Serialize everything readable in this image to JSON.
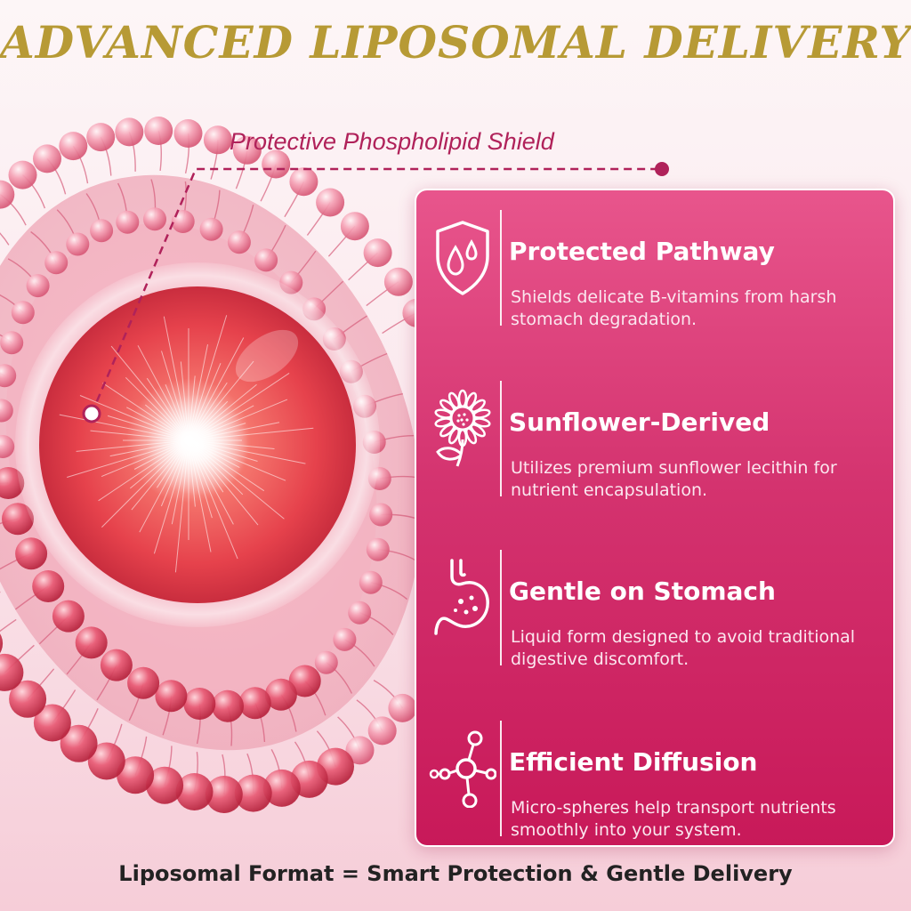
{
  "title": "ADVANCED LIPOSOMAL DELIVERY",
  "callout": "Protective Phospholipid Shield",
  "colors": {
    "title_gold": "#b79a35",
    "callout_magenta": "#b0225a",
    "panel_pink_top": "#e8558c",
    "panel_pink_bottom": "#c81959",
    "footer_text": "#222222"
  },
  "features": [
    {
      "icon": "shield-droplets-icon",
      "title": "Protected Pathway",
      "description": "Shields delicate B-vitamins from harsh stomach degradation."
    },
    {
      "icon": "sunflower-icon",
      "title": "Sunflower-Derived",
      "description": "Utilizes premium sunflower lecithin for nutrient encapsulation."
    },
    {
      "icon": "stomach-icon",
      "title": "Gentle on Stomach",
      "description": "Liquid form designed to avoid traditional digestive discomfort."
    },
    {
      "icon": "molecule-icon",
      "title": "Efficient Diffusion",
      "description": "Micro-spheres help transport nutrients smoothly into your system."
    }
  ],
  "footer": "Liposomal Format = Smart Protection & Gentle Delivery"
}
